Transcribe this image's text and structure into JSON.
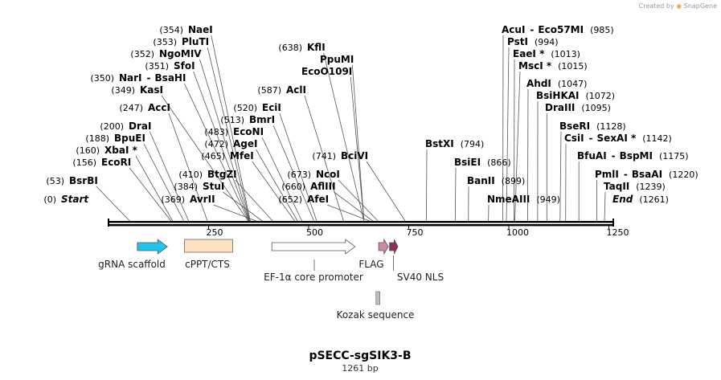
{
  "credit": {
    "prefix": "Created by",
    "brand": "SnapGene"
  },
  "sequence": {
    "name": "pSECC-sgSIK3-B",
    "length_label": "1261 bp",
    "length_bp": 1261
  },
  "ruler": {
    "ticks": [
      250,
      500,
      750,
      1000,
      1250
    ],
    "labels": [
      "250",
      "500",
      "750",
      "1000",
      "1250"
    ]
  },
  "sites": [
    {
      "name": "Start",
      "pos": 0,
      "pos_label": "(0)",
      "italic": true
    },
    {
      "name": "BsrBI",
      "pos": 53,
      "pos_label": "(53)"
    },
    {
      "name": "EcoRI",
      "pos": 156,
      "pos_label": "(156)"
    },
    {
      "name": "XbaI *",
      "pos": 160,
      "pos_label": "(160)"
    },
    {
      "name": "BpuEI",
      "pos": 188,
      "pos_label": "(188)"
    },
    {
      "name": "DraI",
      "pos": 200,
      "pos_label": "(200)"
    },
    {
      "name": "AccI",
      "pos": 247,
      "pos_label": "(247)"
    },
    {
      "name": "KasI",
      "pos": 349,
      "pos_label": "(349)"
    },
    {
      "name": "NarI",
      "name2": "BsaHI",
      "pos": 350,
      "pos_label": "(350)"
    },
    {
      "name": "SfoI",
      "pos": 351,
      "pos_label": "(351)"
    },
    {
      "name": "NgoMIV",
      "pos": 352,
      "pos_label": "(352)"
    },
    {
      "name": "PluTI",
      "pos": 353,
      "pos_label": "(353)"
    },
    {
      "name": "NaeI",
      "pos": 354,
      "pos_label": "(354)"
    },
    {
      "name": "AvrII",
      "pos": 369,
      "pos_label": "(369)"
    },
    {
      "name": "StuI",
      "pos": 384,
      "pos_label": "(384)"
    },
    {
      "name": "BtgZI",
      "pos": 410,
      "pos_label": "(410)"
    },
    {
      "name": "MfeI",
      "pos": 465,
      "pos_label": "(465)"
    },
    {
      "name": "AgeI",
      "pos": 472,
      "pos_label": "(472)"
    },
    {
      "name": "EcoNI",
      "pos": 483,
      "pos_label": "(483)"
    },
    {
      "name": "BmrI",
      "pos": 513,
      "pos_label": "(513)"
    },
    {
      "name": "EciI",
      "pos": 520,
      "pos_label": "(520)"
    },
    {
      "name": "AclI",
      "pos": 587,
      "pos_label": "(587)"
    },
    {
      "name": "EcoO109I",
      "pos": 638,
      "pos_label": ""
    },
    {
      "name": "PpuMI",
      "pos": 638,
      "pos_label": ""
    },
    {
      "name": "KflI",
      "pos": 638,
      "pos_label": "(638)"
    },
    {
      "name": "AfeI",
      "pos": 652,
      "pos_label": "(652)"
    },
    {
      "name": "AflIII",
      "pos": 660,
      "pos_label": "(660)"
    },
    {
      "name": "NcoI",
      "pos": 673,
      "pos_label": "(673)"
    },
    {
      "name": "BciVI",
      "pos": 741,
      "pos_label": "(741)"
    },
    {
      "name": "BstXI",
      "pos": 794,
      "pos_label": "(794)"
    },
    {
      "name": "BsiEI",
      "pos": 866,
      "pos_label": "(866)"
    },
    {
      "name": "BanII",
      "pos": 899,
      "pos_label": "(899)"
    },
    {
      "name": "NmeAIII",
      "pos": 949,
      "pos_label": "(949)"
    },
    {
      "name": "AcuI",
      "name2": "Eco57MI",
      "pos": 985,
      "pos_label": "(985)"
    },
    {
      "name": "PstI",
      "pos": 994,
      "pos_label": "(994)"
    },
    {
      "name": "EaeI *",
      "pos": 1013,
      "pos_label": "(1013)"
    },
    {
      "name": "MscI *",
      "pos": 1015,
      "pos_label": "(1015)"
    },
    {
      "name": "AhdI",
      "pos": 1047,
      "pos_label": "(1047)"
    },
    {
      "name": "BsiHKAI",
      "pos": 1072,
      "pos_label": "(1072)"
    },
    {
      "name": "DraIII",
      "pos": 1095,
      "pos_label": "(1095)"
    },
    {
      "name": "BseRI",
      "pos": 1128,
      "pos_label": "(1128)"
    },
    {
      "name": "CsiI",
      "name2": "SexAI *",
      "pos": 1142,
      "pos_label": "(1142)"
    },
    {
      "name": "BfuAI",
      "name2": "BspMI",
      "pos": 1175,
      "pos_label": "(1175)"
    },
    {
      "name": "PmlI",
      "name2": "BsaAI",
      "pos": 1220,
      "pos_label": "(1220)"
    },
    {
      "name": "TaqII",
      "pos": 1239,
      "pos_label": "(1239)"
    },
    {
      "name": "End",
      "pos": 1261,
      "pos_label": "(1261)",
      "italic": true
    }
  ],
  "features": [
    {
      "name": "gRNA scaffold",
      "start": 72,
      "end": 147,
      "type": "arrow",
      "color": "#22c3ee"
    },
    {
      "name": "cPPT/CTS",
      "start": 190,
      "end": 310,
      "type": "box",
      "color": "#fde2c2"
    },
    {
      "name": "EF-1α core promoter",
      "start": 408,
      "end": 616,
      "type": "arrow",
      "color": "#ffffff"
    },
    {
      "name": "FLAG",
      "start": 675,
      "end": 699,
      "type": "arrow",
      "color": "#c98aa8"
    },
    {
      "name": "SV40 NLS",
      "start": 702,
      "end": 723,
      "type": "arrow",
      "color": "#8e2f5c"
    },
    {
      "name": "Kozak sequence",
      "start": 664,
      "end": 674,
      "type": "box",
      "color": "#bbbbbb"
    }
  ],
  "colors": {
    "backbone": "#000000",
    "leader": "#555555"
  }
}
